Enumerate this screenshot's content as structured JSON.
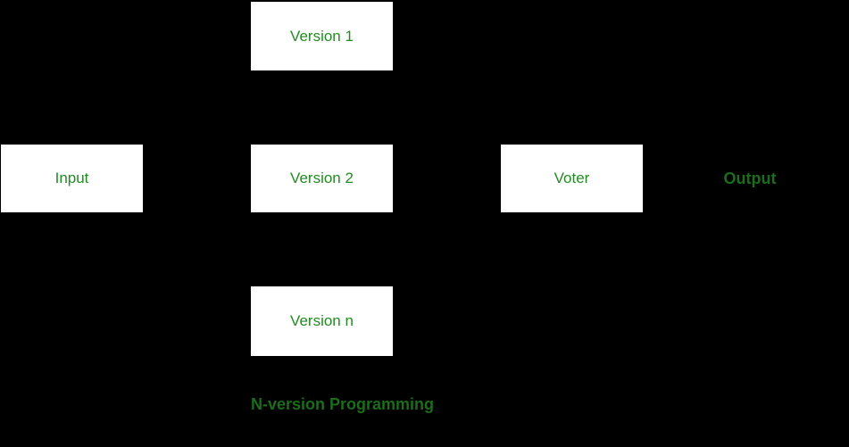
{
  "diagram": {
    "title": "N-version Programming",
    "caption": "N-version Programming",
    "colors": {
      "background": "#000000",
      "box_fill": "#ffffff",
      "box_label_green": "#228b22",
      "on_black_green": "#1b6c1b"
    },
    "nodes": [
      {
        "id": "version-1",
        "label": "Version 1"
      },
      {
        "id": "input",
        "label": "Input"
      },
      {
        "id": "version-2",
        "label": "Version 2"
      },
      {
        "id": "voter",
        "label": "Voter"
      },
      {
        "id": "version-n",
        "label": "Version n"
      }
    ],
    "output_label": "Output"
  }
}
